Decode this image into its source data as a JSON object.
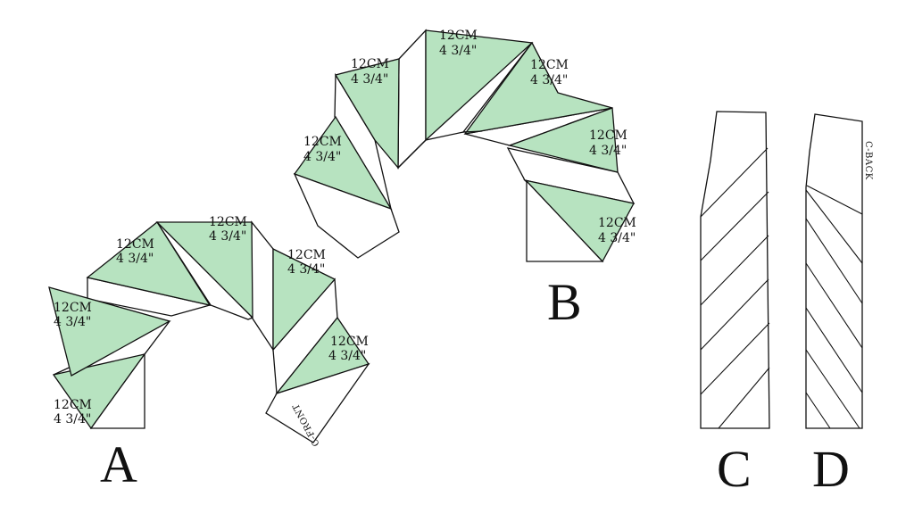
{
  "pieces": {
    "a": {
      "letter": "A"
    },
    "b": {
      "letter": "B"
    },
    "c": {
      "letter": "C"
    },
    "d": {
      "letter": "D"
    }
  },
  "measure": {
    "cm": "12CM",
    "inch": "4 3/4\""
  },
  "notes": {
    "front": "C-FRONT",
    "back": "C-BACK"
  },
  "colors": {
    "accent": "#b7e3c0",
    "stroke": "#111111"
  }
}
